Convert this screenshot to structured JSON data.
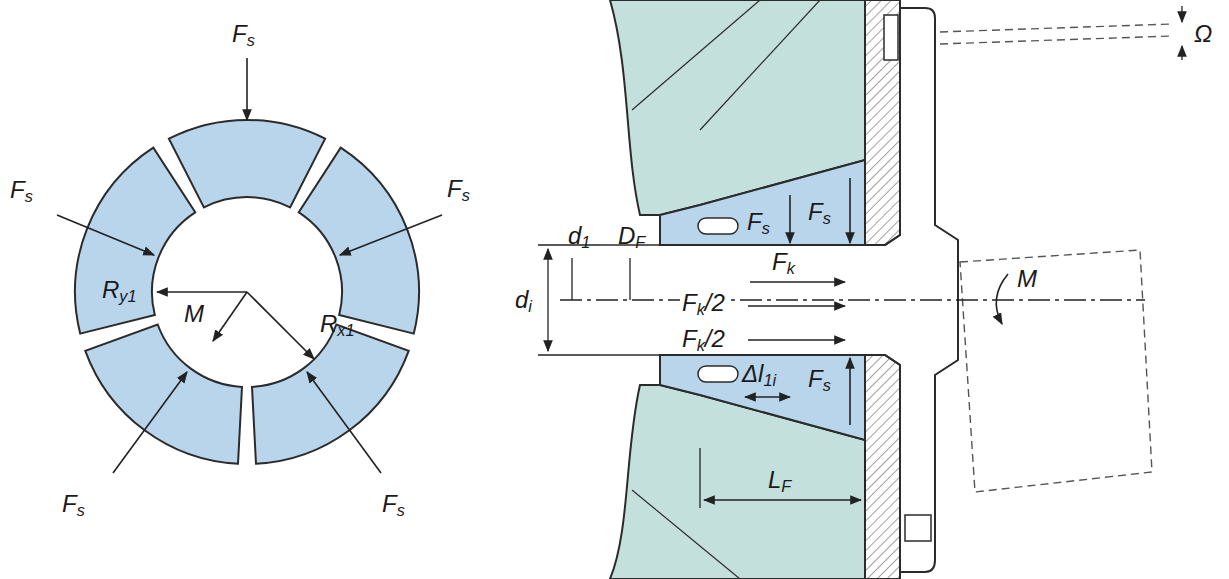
{
  "diagram": {
    "labels": [
      "Fs",
      "Fs",
      "Fs",
      "Ry1",
      "M",
      "Rx1",
      "Fs",
      "Fs",
      "d1",
      "DF",
      "Fs",
      "Fk",
      "Fs",
      "Fs",
      "di",
      "Fk/2",
      "Δl1i",
      "Fk/2",
      "LF",
      "Ω",
      "M"
    ]
  }
}
